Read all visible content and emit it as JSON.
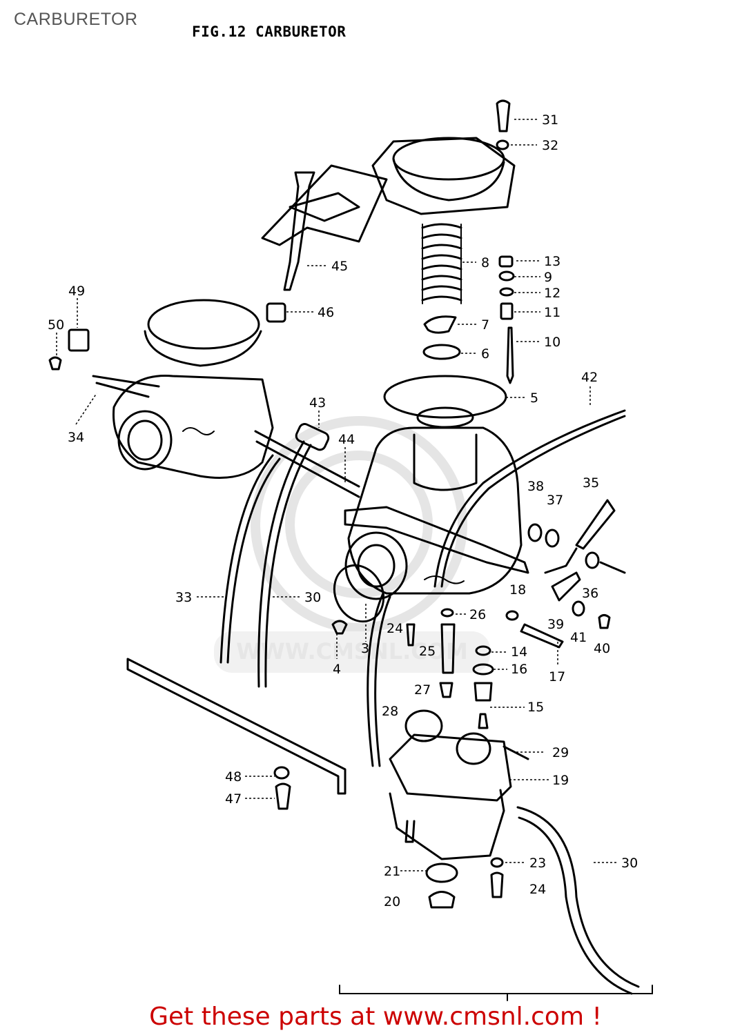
{
  "page_label": "CARBURETOR",
  "figure_title": "FIG.12  CARBURETOR",
  "footer_text": "Get these parts at www.cmsnl.com !",
  "watermark_text": "WWW.CMSNL.COM",
  "callouts": {
    "c31": "31",
    "c32": "32",
    "c8": "8",
    "c13": "13",
    "c9": "9",
    "c12": "12",
    "c11": "11",
    "c7": "7",
    "c10": "10",
    "c6": "6",
    "c5": "5",
    "c42": "42",
    "c45": "45",
    "c46": "46",
    "c49": "49",
    "c50": "50",
    "c34": "34",
    "c43": "43",
    "c44": "44",
    "c38": "38",
    "c37": "37",
    "c35": "35",
    "c36": "36",
    "c18": "18",
    "c26": "26",
    "c39": "39",
    "c41": "41",
    "c40": "40",
    "c33": "33",
    "c30a": "30",
    "c24a": "24",
    "c3": "3",
    "c4": "4",
    "c25": "25",
    "c14": "14",
    "c16": "16",
    "c17": "17",
    "c27": "27",
    "c15": "15",
    "c28": "28",
    "c29": "29",
    "c19": "19",
    "c48": "48",
    "c47": "47",
    "c21": "21",
    "c23": "23",
    "c24b": "24",
    "c30b": "30",
    "c20": "20"
  }
}
